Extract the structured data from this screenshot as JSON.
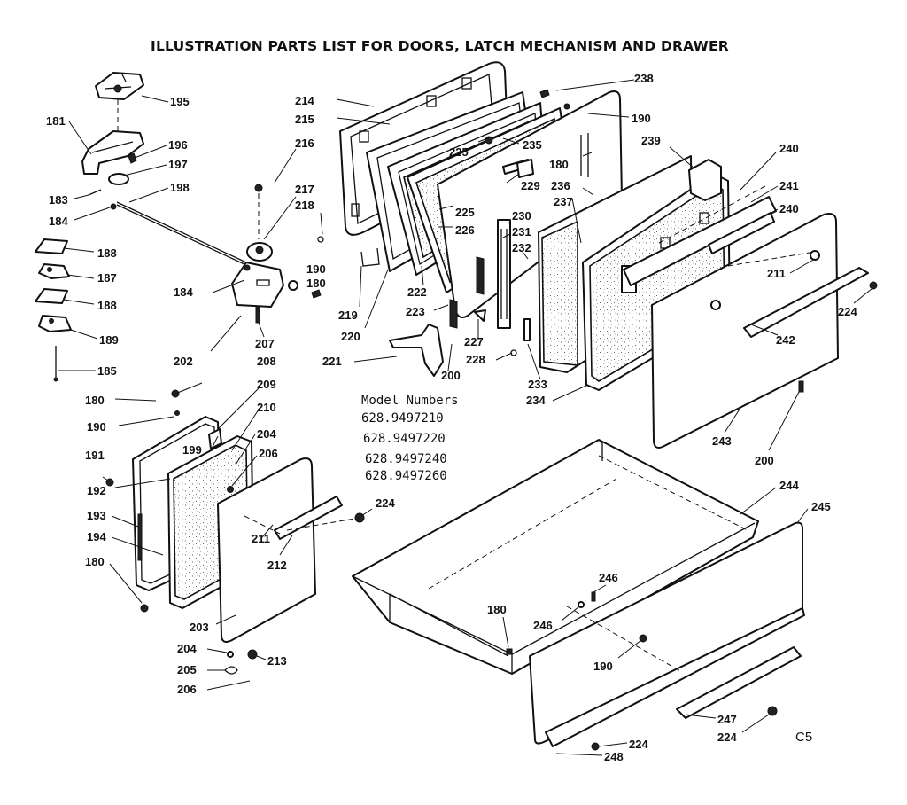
{
  "title": "ILLUSTRATION PARTS LIST FOR DOORS, LATCH MECHANISM AND DRAWER",
  "model_numbers": {
    "heading": "Model Numbers",
    "items": [
      "628.9497210",
      "628.9497220",
      "628.9497240",
      "628.9497260"
    ]
  },
  "code": "C5",
  "part_labels": {
    "p180": "180",
    "p181": "181",
    "p183": "183",
    "p184": "184",
    "p185": "185",
    "p187": "187",
    "p188": "188",
    "p189": "189",
    "p190": "190",
    "p191": "191",
    "p192": "192",
    "p193": "193",
    "p194": "194",
    "p195": "195",
    "p196": "196",
    "p197": "197",
    "p198": "198",
    "p199": "199",
    "p200": "200",
    "p202": "202",
    "p203": "203",
    "p204": "204",
    "p205": "205",
    "p206": "206",
    "p207": "207",
    "p208": "208",
    "p209": "209",
    "p210": "210",
    "p211": "211",
    "p212": "212",
    "p213": "213",
    "p214": "214",
    "p215": "215",
    "p216": "216",
    "p217": "217",
    "p218": "218",
    "p219": "219",
    "p220": "220",
    "p221": "221",
    "p222": "222",
    "p223": "223",
    "p224": "224",
    "p225": "225",
    "p226": "226",
    "p227": "227",
    "p228": "228",
    "p229": "229",
    "p230": "230",
    "p231": "231",
    "p232": "232",
    "p233": "233",
    "p234": "234",
    "p235": "235",
    "p236": "236",
    "p237": "237",
    "p238": "238",
    "p239": "239",
    "p240": "240",
    "p241": "241",
    "p242": "242",
    "p243": "243",
    "p244": "244",
    "p245": "245",
    "p246": "246",
    "p247": "247",
    "p248": "248"
  }
}
